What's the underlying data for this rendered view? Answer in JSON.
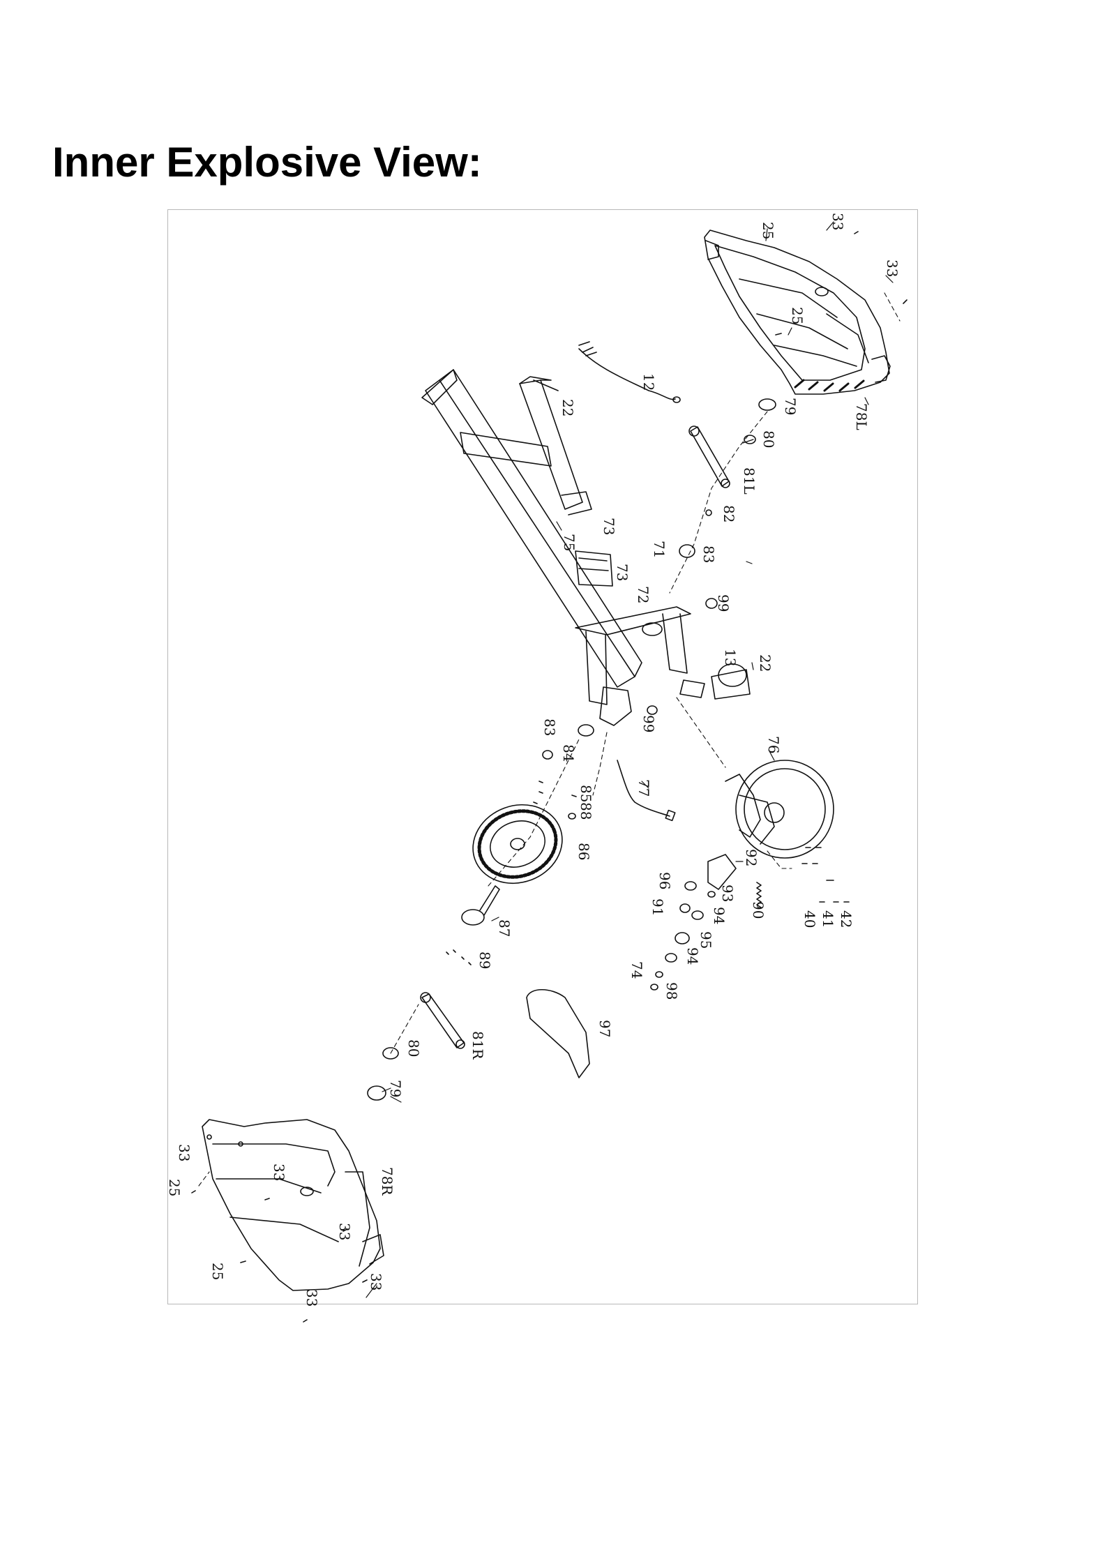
{
  "page": {
    "title": "Inner Explosive View:"
  },
  "colors": {
    "ink": "#111111",
    "frame": "#b8b8b8",
    "background": "#ffffff"
  },
  "callouts": [
    {
      "id": "c1",
      "text": "25"
    },
    {
      "id": "c2",
      "text": "33"
    },
    {
      "id": "c3",
      "text": "33"
    },
    {
      "id": "c4",
      "text": "25"
    },
    {
      "id": "c5",
      "text": "79"
    },
    {
      "id": "c6",
      "text": "78L"
    },
    {
      "id": "c7",
      "text": "80"
    },
    {
      "id": "c8",
      "text": "81L"
    },
    {
      "id": "c9",
      "text": "12"
    },
    {
      "id": "c10",
      "text": "22"
    },
    {
      "id": "c11",
      "text": "82"
    },
    {
      "id": "c12",
      "text": "83"
    },
    {
      "id": "c13",
      "text": "73"
    },
    {
      "id": "c14",
      "text": "75"
    },
    {
      "id": "c15",
      "text": "71"
    },
    {
      "id": "c16",
      "text": "73"
    },
    {
      "id": "c17",
      "text": "72"
    },
    {
      "id": "c18",
      "text": "99"
    },
    {
      "id": "c19",
      "text": "13"
    },
    {
      "id": "c20",
      "text": "22"
    },
    {
      "id": "c21",
      "text": "99"
    },
    {
      "id": "c22",
      "text": "83"
    },
    {
      "id": "c23",
      "text": "84"
    },
    {
      "id": "c24",
      "text": "76"
    },
    {
      "id": "c25",
      "text": "77"
    },
    {
      "id": "c26",
      "text": "85"
    },
    {
      "id": "c27",
      "text": "88"
    },
    {
      "id": "c28",
      "text": "86"
    },
    {
      "id": "c29",
      "text": "92"
    },
    {
      "id": "c30",
      "text": "96"
    },
    {
      "id": "c31",
      "text": "93"
    },
    {
      "id": "c32",
      "text": "91"
    },
    {
      "id": "c33",
      "text": "94"
    },
    {
      "id": "c34",
      "text": "90"
    },
    {
      "id": "c35",
      "text": "40"
    },
    {
      "id": "c36",
      "text": "41"
    },
    {
      "id": "c37",
      "text": "42"
    },
    {
      "id": "c38",
      "text": "87"
    },
    {
      "id": "c39",
      "text": "95"
    },
    {
      "id": "c40",
      "text": "94"
    },
    {
      "id": "c41",
      "text": "89"
    },
    {
      "id": "c42",
      "text": "74"
    },
    {
      "id": "c43",
      "text": "98"
    },
    {
      "id": "c44",
      "text": "97"
    },
    {
      "id": "c45",
      "text": "81R"
    },
    {
      "id": "c46",
      "text": "80"
    },
    {
      "id": "c47",
      "text": "79"
    },
    {
      "id": "c48",
      "text": "33"
    },
    {
      "id": "c49",
      "text": "33"
    },
    {
      "id": "c50",
      "text": "25"
    },
    {
      "id": "c51",
      "text": "78R"
    },
    {
      "id": "c52",
      "text": "33"
    },
    {
      "id": "c53",
      "text": "25"
    },
    {
      "id": "c54",
      "text": "33"
    },
    {
      "id": "c55",
      "text": "33"
    }
  ]
}
